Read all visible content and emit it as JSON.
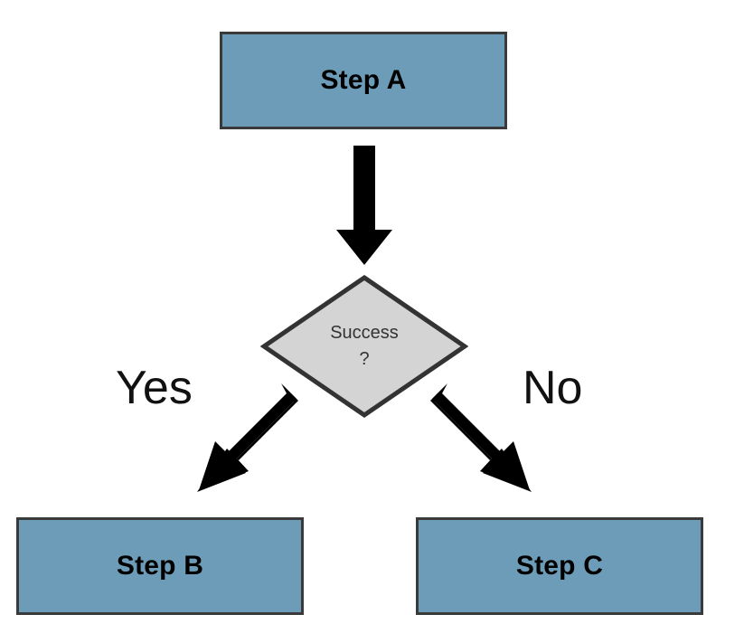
{
  "diagram": {
    "type": "flowchart",
    "nodes": {
      "step_a": {
        "label": "Step A",
        "shape": "rectangle"
      },
      "decision": {
        "label_line1": "Success",
        "label_line2": "?",
        "shape": "diamond"
      },
      "step_b": {
        "label": "Step B",
        "shape": "rectangle"
      },
      "step_c": {
        "label": "Step C",
        "shape": "rectangle"
      }
    },
    "edges": {
      "a_to_decision": {
        "label": "",
        "icon": "down-arrow-icon"
      },
      "decision_to_b": {
        "label": "Yes",
        "icon": "down-left-arrow-icon"
      },
      "decision_to_c": {
        "label": "No",
        "icon": "down-right-arrow-icon"
      }
    },
    "colors": {
      "box_fill": "#6d9cb8",
      "box_border": "#3a3a3a",
      "decision_fill": "#d4d4d4",
      "decision_border": "#333333",
      "arrow": "#000000",
      "box_text": "#000000",
      "decision_text": "#333333",
      "branch_label_text": "#111111",
      "background": "#ffffff"
    }
  }
}
